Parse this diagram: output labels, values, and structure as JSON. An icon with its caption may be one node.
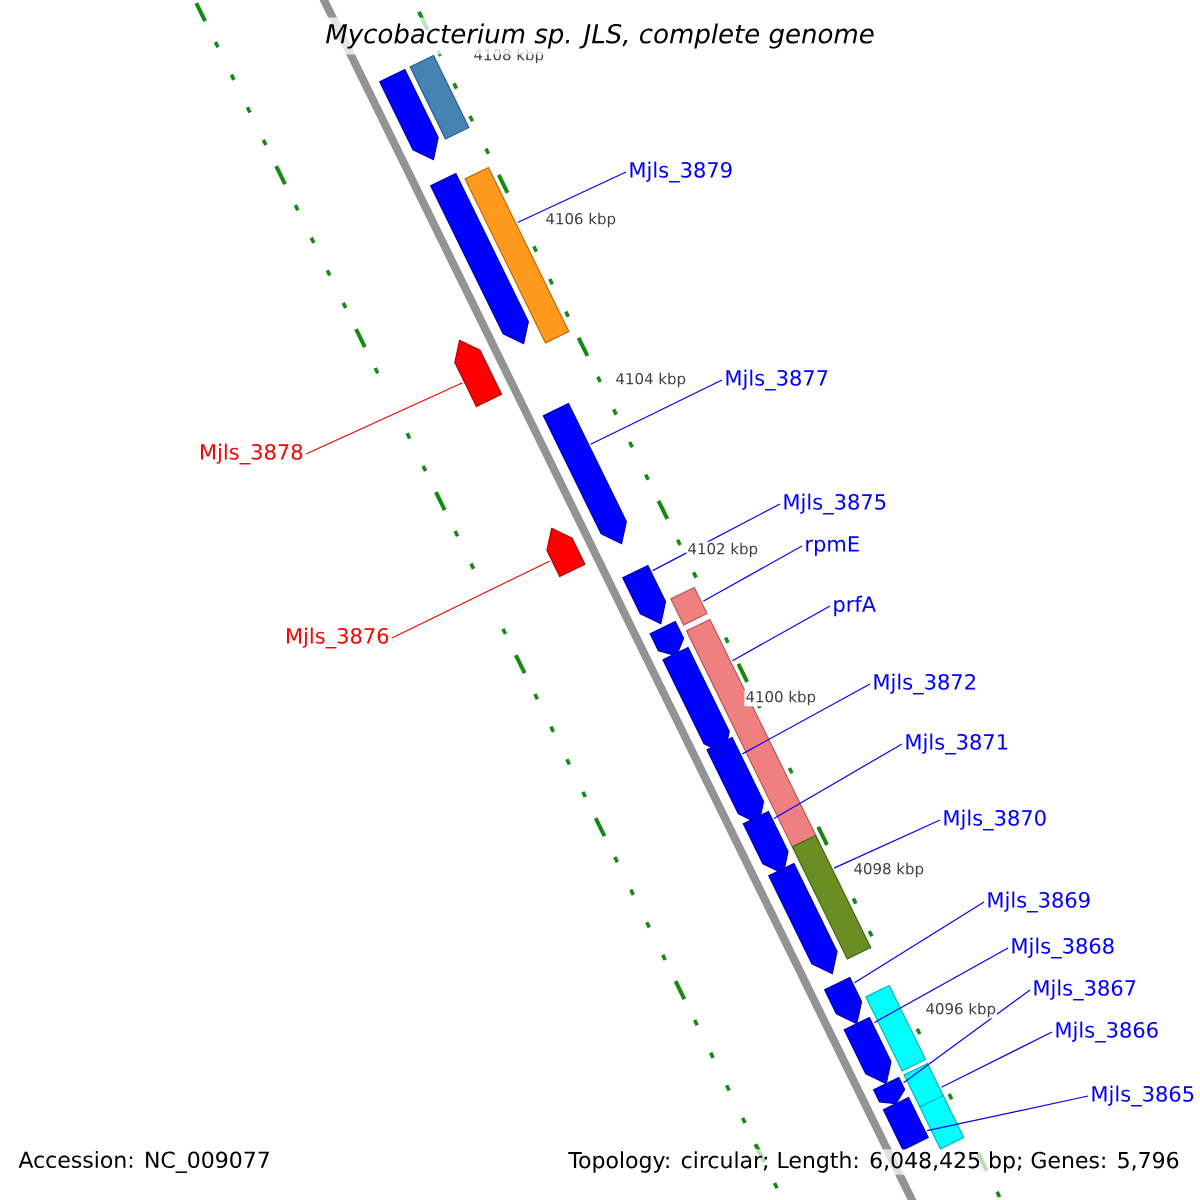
{
  "diagram": {
    "title": "Mycobacterium sp. JLS, complete genome",
    "nodes": [
      {
        "text": [
          "Mjls_3879"
        ]
      },
      {
        "text": [
          "Mjls_3878"
        ]
      },
      {
        "text": [
          "Mjls_3877"
        ]
      },
      {
        "text": [
          "Mjls_3876"
        ]
      },
      {
        "text": [
          "Mjls_3875"
        ]
      },
      {
        "text": [
          "rpmE"
        ]
      },
      {
        "text": [
          "prfA"
        ]
      },
      {
        "text": [
          "Mjls_3872"
        ]
      },
      {
        "text": [
          "Mjls_3871"
        ]
      },
      {
        "text": [
          "Mjls_3870"
        ]
      },
      {
        "text": [
          "Mjls_3869"
        ]
      },
      {
        "text": [
          "Mjls_3868"
        ]
      },
      {
        "text": [
          "Mjls_3867"
        ]
      },
      {
        "text": [
          "Mjls_3866"
        ]
      },
      {
        "text": [
          "Mjls_3865"
        ]
      },
      {
        "text": [],
        "shape": "bar"
      },
      {
        "text": [],
        "shape": "bar"
      },
      {
        "text": [],
        "shape": "bar"
      },
      {
        "text": [],
        "shape": "bar"
      },
      {
        "text": [],
        "shape": "bar"
      },
      {
        "text": [],
        "shape": "bar"
      },
      {
        "text": [],
        "shape": "bar"
      },
      {
        "text": [],
        "shape": "bar"
      },
      {
        "text": [],
        "shape": "bar"
      },
      {
        "text": [],
        "shape": "bar"
      },
      {
        "text": [],
        "shape": "bar"
      },
      {
        "text": [],
        "shape": "bar"
      },
      {
        "text": [],
        "shape": "bar"
      },
      {
        "text": [],
        "shape": "bar"
      },
      {
        "text": [],
        "shape": "bar"
      },
      {
        "text": [],
        "shape": "bar"
      },
      {
        "text": [],
        "shape": "bar"
      },
      {
        "text": [],
        "shape": "bar"
      },
      {
        "text": [],
        "shape": "bar"
      },
      {
        "text": [],
        "shape": "bar"
      },
      {
        "text": [],
        "shape": "bar"
      },
      {
        "text": [],
        "shape": "bar"
      },
      {
        "text": [],
        "shape": "bar"
      }
    ],
    "edges": [
      {
        "from": 0,
        "to": 15,
        "arrow": "none"
      },
      {
        "from": 1,
        "to": 16,
        "arrow": "none",
        "color": "#ff0000"
      },
      {
        "from": 2,
        "to": 17,
        "arrow": "none"
      },
      {
        "from": 3,
        "to": 18,
        "arrow": "none",
        "color": "#ff0000"
      },
      {
        "from": 4,
        "to": 19,
        "arrow": "none"
      },
      {
        "from": 5,
        "to": 20,
        "arrow": "none"
      },
      {
        "from": 6,
        "to": 21,
        "arrow": "none"
      },
      {
        "from": 7,
        "to": 22,
        "arrow": "none"
      },
      {
        "from": 8,
        "to": 23,
        "arrow": "none"
      },
      {
        "from": 9,
        "to": 24,
        "arrow": "none"
      },
      {
        "from": 10,
        "to": 25,
        "arrow": "none"
      },
      {
        "from": 11,
        "to": 26,
        "arrow": "none"
      },
      {
        "from": 12,
        "to": 27,
        "arrow": "none"
      },
      {
        "from": 13,
        "to": 28,
        "arrow": "none"
      },
      {
        "from": 14,
        "to": 29,
        "arrow": "none"
      }
    ],
    "labels": [
      "4108 kbp",
      "4106 kbp",
      "4104 kbp",
      "4102 kbp",
      "4100 kbp",
      "4098 kbp",
      "4096 kbp",
      "Accession: NC_009077",
      "Topology: circular; Length: 6,048,425 bp; Genes: 5,796"
    ]
  }
}
